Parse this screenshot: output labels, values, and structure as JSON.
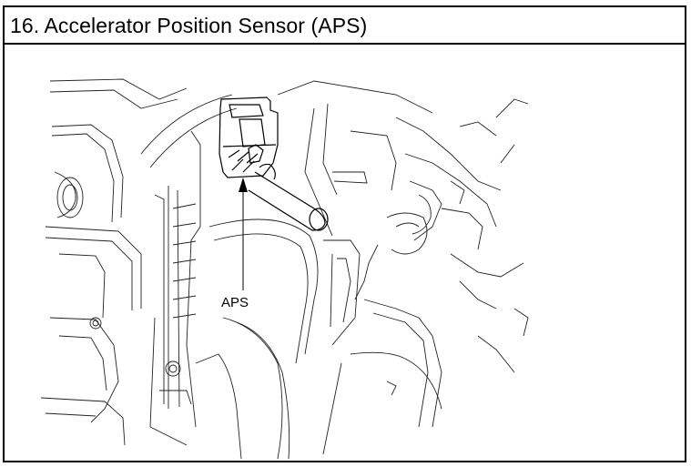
{
  "header": {
    "title": "16. Accelerator Position Sensor (APS)"
  },
  "figure": {
    "callouts": [
      {
        "label": "APS",
        "icon": "pointer-arrow"
      }
    ],
    "colors": {
      "line": "#000000",
      "background": "#ffffff"
    }
  }
}
